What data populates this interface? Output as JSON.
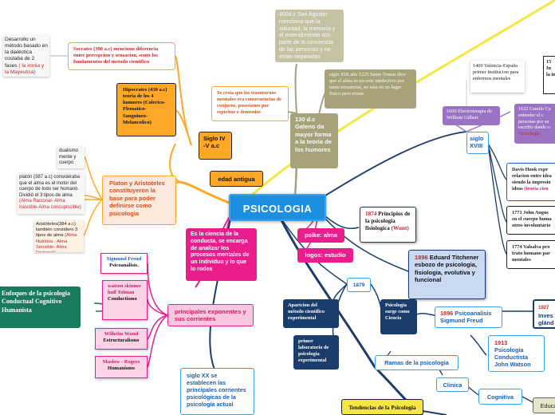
{
  "center": {
    "label": "PSICOLOGIA"
  },
  "colors": {
    "center": "#1c8fe0",
    "orange": "#ffa726",
    "pink": "#e91e8c",
    "olive": "#a8a27a",
    "navy": "#1b3d6b",
    "teal": "#1a7a5e",
    "purple": "#9b73c4"
  },
  "left": {
    "dualism_note": "Desarrollo un método basado en la dialéctica costaba de 2 fases",
    "dualism_note_red": "( la ironia y la Mayeutica)",
    "socrates": "Socrates (390 a.c) menciono diferencia entre percepcion y sensacion, sento los fundamentos del metodo cientifico",
    "hipocrates": "Hipocrates (430 a.c) teoria de los 4 humores (Colerico-Flematico-Sanguineo-Melancolico)",
    "siglo_iv": "Siglo IV -V a.c",
    "edad_antigua": "edad antigua",
    "dualismo": "dualismo mente y cuerpo",
    "platon_note": "platón (387 a.c) consideraba que el alma es el motor del cuerpo de todo ser humano. Dividió el 3 tipos de alma",
    "platon_note_red": "(Alma Racional- Alma Irascible-Alma concupiscible)",
    "aristoteles_note": "Aristóteles(384 a.c) también considero 3 tipos de alma",
    "aristoteles_note_red": "(Alma Nutritiva - Alma Sensible- Alma Racional)",
    "platon": "Platon y Aristoteles constituyeron la base para  poder definirse como psicologia",
    "freud_box": "Sigmund Freud",
    "freud_box2": "Psicoanálisis.",
    "watson_box": "watson skinner hull Tolman",
    "watson_box2": "Conductismo",
    "wundt_box": "Wilhelm Wund",
    "wundt_box2": "Estructuralismo",
    "maslow_box": "Maslow - Rogers",
    "maslow_box2": "Humanismo",
    "enfoques_box": "Enfoques de la psicologia Conductual Cognitivo Humanista",
    "principales": "principales exponentes y sus corrientes",
    "siglo_xx": "siglo XX se establecen las principales corrientes psicológicas de la psicología actual"
  },
  "top": {
    "agustin": "400d.c San Agustin menciona que la voluntad, la memoria y el entendimiento son parte de la conciencia de las personas y no estan separadas",
    "se_creia": "Se creia que los trasntornos mentales era consecuencias de conjuros, posesiones por espiritus o demonios",
    "santo_tomas": "siglo XIII año 1225 Santo Tomas dice que el alma es un ente intelectivo por tanto inmaterial, no esta en un lugar fisico pero existe",
    "galeno": "130 d.c Galeno da mayor forma a la teoria de los humores"
  },
  "right": {
    "valencia": "1400 Valencia-España primer institucion para enfermos mentales",
    "gilbert": "1600 Electroterapia de William Gilbert",
    "cut_15": "15 In la in",
    "carrillo": "1622 Camilo Ca entender el c personas por su escribir dando o",
    "grafologia": "Grafologia",
    "siglo_xviii": "siglo XVIII",
    "hook": "Davis Hook expr relacion entre idea siendo la impresio ideas",
    "hook_red": "(teoria cien",
    "augusta": "1771 John Augus en el cuerpo huma otros involuntario",
    "valsalva": "1774 Valsalva pro trato humano par mentales"
  },
  "middle": {
    "psike": "psike: alma",
    "logos": "logos: estudio",
    "fisio_year": "1874",
    "fisio": "Principios de la psicologia fisiologica",
    "fisio_red": "(Wunt)",
    "tit_year": "1896",
    "titchener": "Eduard Titchener esbozo de psicologia, fisiologia, evolutiva y funcional",
    "y1879": "1879",
    "apartcion": "Apartcion del método científico experimental",
    "laboratorio": "primer laboratorio de psicologia experimental",
    "ciencia": "Psicologia surge como Ciencia",
    "psico_year": "1896",
    "psicoanalisis": "Psicoanalisis Sigmund Freud",
    "cond_year": "1913",
    "conductista": "Psicologia Conductista John Watson",
    "inves_year": "1927",
    "inves": "Inves glánd",
    "ramas": "Ramas de la psicologia",
    "clinica": "Clinica",
    "cognitiva": "Cognitiva",
    "educa": "Educa",
    "tendencias": "Tendencias de la Psicologia"
  }
}
